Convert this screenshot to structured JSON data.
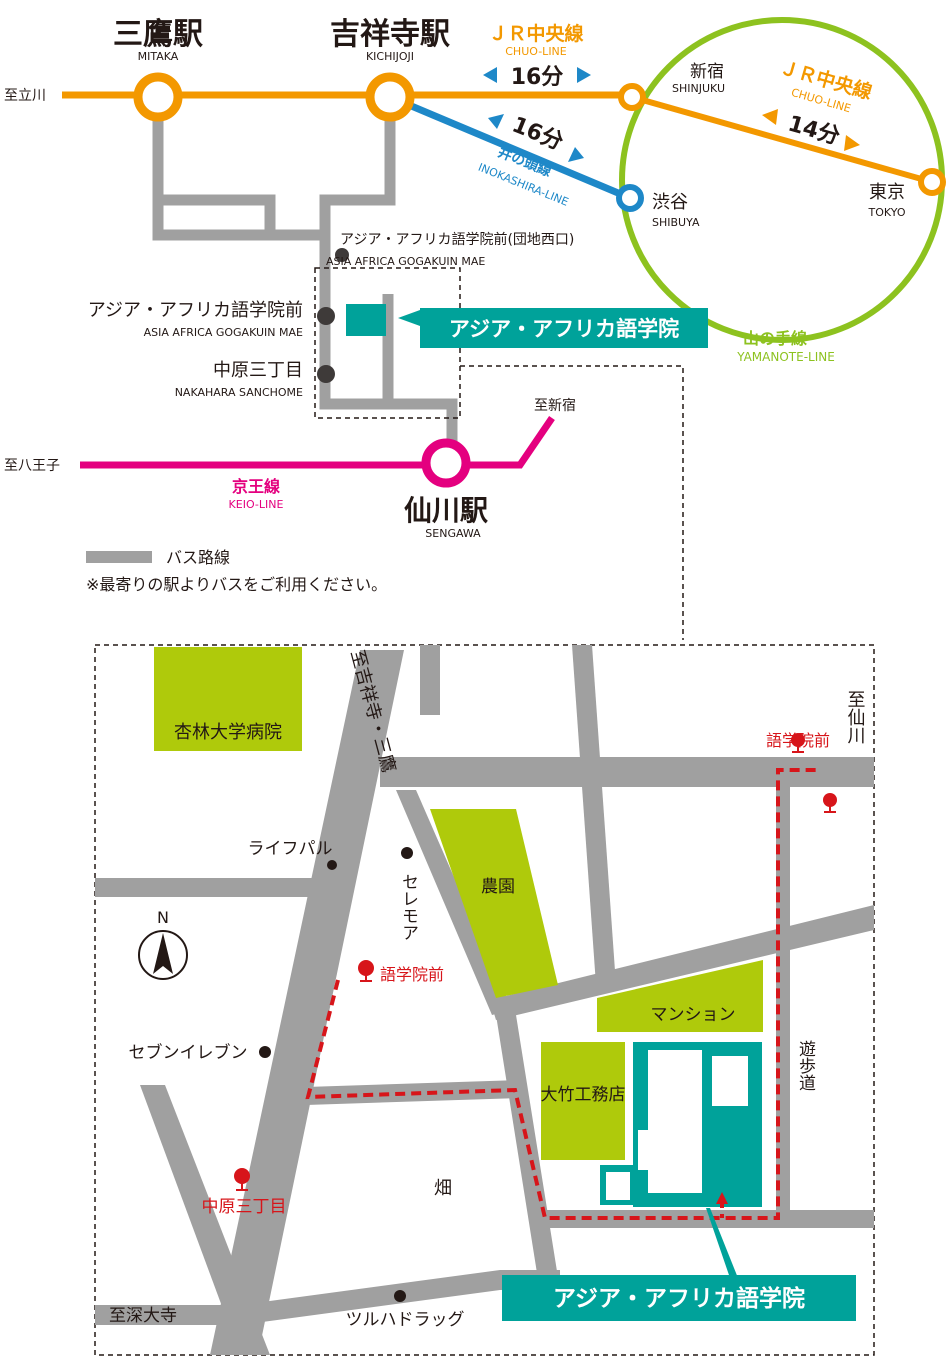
{
  "colors": {
    "jr_orange": "#F39800",
    "inokashira_blue": "#1E88C8",
    "yamanote_green": "#8DC21F",
    "keio_magenta": "#E4007F",
    "bus_gray": "#A0A0A0",
    "teal": "#00A29A",
    "lime": "#AFCA0B",
    "bus_stop_red": "#D7151A",
    "text_dark": "#231815"
  },
  "route_map": {
    "to_tachikawa": "至立川",
    "to_hachioji": "至八王子",
    "to_shinjuku": "至新宿",
    "stations": {
      "mitaka": {
        "jp": "三鷹駅",
        "en": "MITAKA"
      },
      "kichijoji": {
        "jp": "吉祥寺駅",
        "en": "KICHIJOJI"
      },
      "shinjuku": {
        "jp": "新宿",
        "en": "SHINJUKU"
      },
      "shibuya": {
        "jp": "渋谷",
        "en": "SHIBUYA"
      },
      "tokyo": {
        "jp": "東京",
        "en": "TOKYO"
      },
      "sengawa": {
        "jp": "仙川駅",
        "en": "SENGAWA"
      }
    },
    "lines": {
      "chuo_top": {
        "jp": "ＪＲ中央線",
        "en": "CHUO-LINE",
        "time": "16分"
      },
      "chuo_circle": {
        "jp": "ＪＲ中央線",
        "en": "CHUO-LINE",
        "time": "14分"
      },
      "inokashira": {
        "jp": "井の頭線",
        "en": "INOKASHIRA-LINE",
        "time": "16分"
      },
      "yamanote": {
        "jp": "山の手線",
        "en": "YAMANOTE-LINE"
      },
      "keio": {
        "jp": "京王線",
        "en": "KEIO-LINE"
      }
    },
    "bus_stops": {
      "danchi": {
        "jp": "アジア・アフリカ語学院前(団地西口)",
        "en": "ASIA AFRICA GOGAKUIN MAE"
      },
      "mae": {
        "jp": "アジア・アフリカ語学院前",
        "en": "ASIA AFRICA GOGAKUIN MAE"
      },
      "nakahara": {
        "jp": "中原三丁目",
        "en": "NAKAHARA SANCHOME"
      }
    },
    "school_label": "アジア・アフリカ語学院",
    "legend": {
      "bus_route": "バス路線",
      "note": "※最寄りの駅よりバスをご利用ください。"
    }
  },
  "local_map": {
    "north": "N",
    "kyorin_hospital": "杏林大学病院",
    "to_kichijoji_mitaka": "至吉祥寺・三鷹",
    "to_sengawa": "至仙川",
    "gogakuin_mae_stop": "語学院前",
    "life_pal": "ライフパル",
    "seremoa": "セレモア",
    "farm": "農園",
    "mansion": "マンション",
    "otake": "大竹工務店",
    "promenade": "遊歩道",
    "seven_eleven": "セブンイレブン",
    "nakahara_stop": "中原三丁目",
    "field": "畑",
    "to_jindaiji": "至深大寺",
    "tsuruha": "ツルハドラッグ",
    "school_label": "アジア・アフリカ語学院"
  }
}
